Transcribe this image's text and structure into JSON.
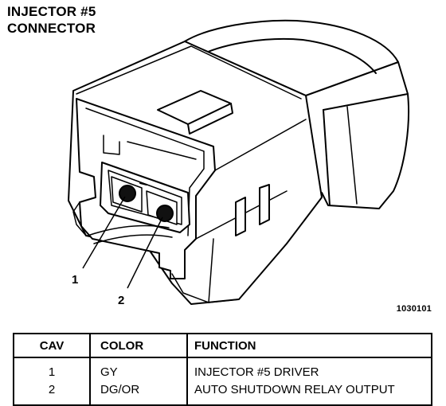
{
  "title": {
    "line1": "INJECTOR #5",
    "line2": "CONNECTOR"
  },
  "figure_id": "1030101",
  "callouts": [
    "1",
    "2"
  ],
  "table": {
    "headers": [
      "CAV",
      "COLOR",
      "FUNCTION"
    ],
    "rows": [
      {
        "cav": "1",
        "color": "GY",
        "function": "INJECTOR #5 DRIVER"
      },
      {
        "cav": "2",
        "color": "DG/OR",
        "function": "AUTO SHUTDOWN RELAY OUTPUT"
      }
    ]
  }
}
